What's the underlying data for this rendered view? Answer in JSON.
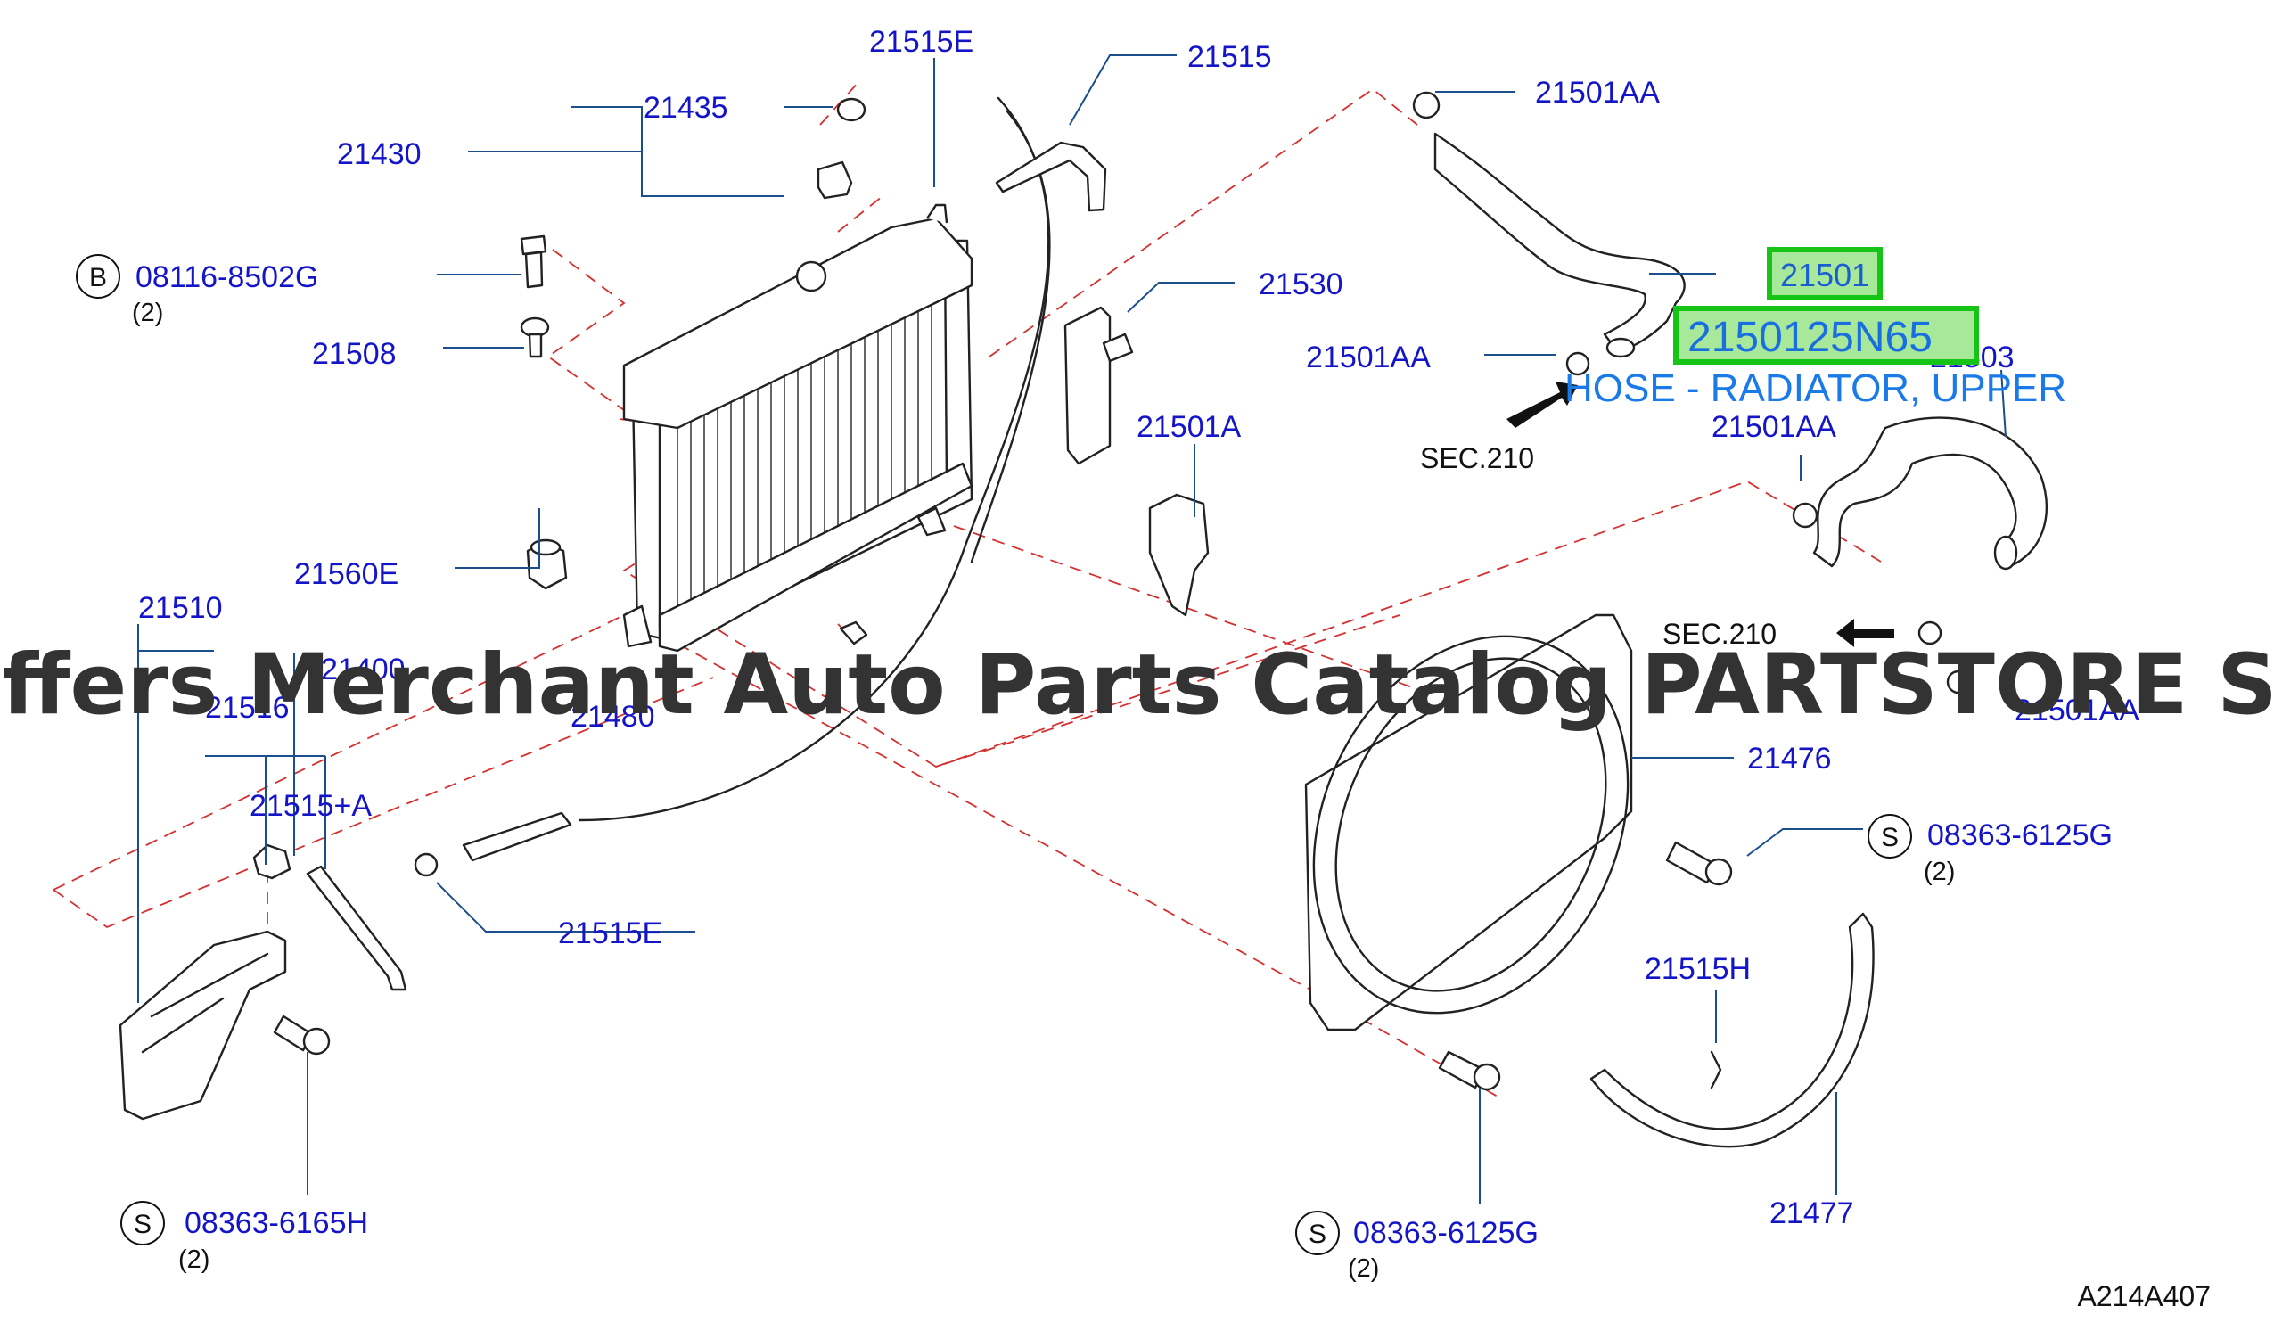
{
  "diagram_code": "A214A407",
  "watermark": "Offers Merchant Auto Parts Catalog PARTSTORE SA",
  "highlight": {
    "part_number": "21501",
    "full_part_number": "2150125N65",
    "description": "HOSE - RADIATOR, UPPER"
  },
  "section_refs": [
    "SEC.210",
    "SEC.210"
  ],
  "labels": {
    "p21515E_top": "21515E",
    "p21515": "21515",
    "p21501AA_top": "21501AA",
    "p21435": "21435",
    "p21430": "21430",
    "p21530": "21530",
    "p21501AA_mid": "21501AA",
    "p21508": "21508",
    "p21501A": "21501A",
    "p21503": "21503",
    "p21501AA_right": "21501AA",
    "p21560E": "21560E",
    "p21510": "21510",
    "p21400": "21400",
    "p21516": "21516",
    "p21480": "21480",
    "p21501AA_low": "21501AA",
    "p21476": "21476",
    "p21515A": "21515+A",
    "p21515E_low": "21515E",
    "p21515H": "21515H",
    "p21477": "21477"
  },
  "fasteners": [
    {
      "id": "b1",
      "circle": "B",
      "part": "08116-8502G",
      "qty": "(2)"
    },
    {
      "id": "s1",
      "circle": "S",
      "part": "08363-6125G",
      "qty": "(2)"
    },
    {
      "id": "s2",
      "circle": "S",
      "part": "08363-6165H",
      "qty": "(2)"
    },
    {
      "id": "s3",
      "circle": "S",
      "part": "08363-6125G",
      "qty": "(2)"
    }
  ]
}
